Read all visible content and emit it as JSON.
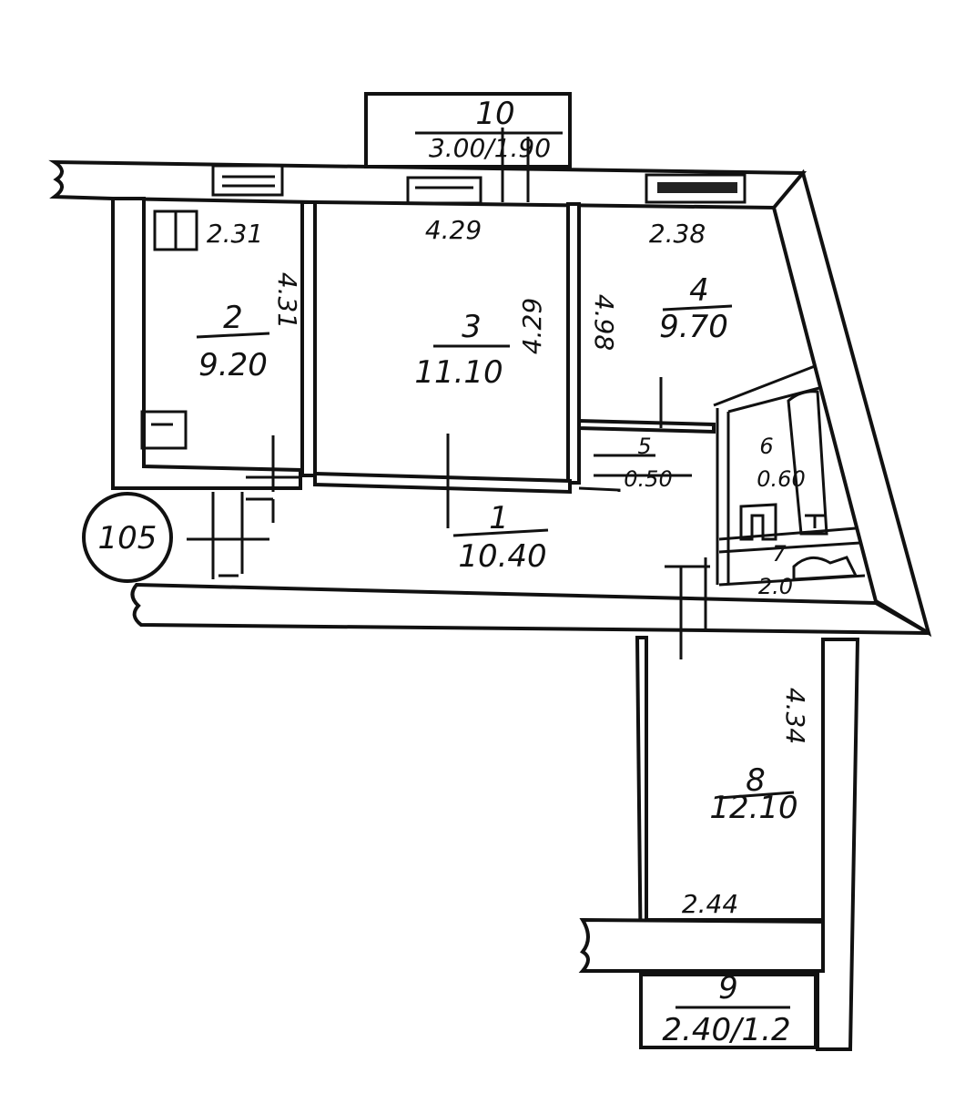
{
  "apartment": {
    "number": "105"
  },
  "rooms": [
    {
      "id": "1",
      "area": "10.40"
    },
    {
      "id": "2",
      "area": "9.20"
    },
    {
      "id": "3",
      "area": "11.10"
    },
    {
      "id": "4",
      "area": "9.70"
    },
    {
      "id": "5",
      "area": "0.50"
    },
    {
      "id": "6",
      "area": "0.60"
    },
    {
      "id": "7",
      "area": "2.0"
    },
    {
      "id": "8",
      "area": "12.10"
    },
    {
      "id": "9",
      "area": "2.40/1.2"
    },
    {
      "id": "10",
      "area": "3.00/1.90"
    }
  ],
  "dimensions": {
    "room2_width": "2.31",
    "room2_depth": "4.31",
    "room3_width": "4.29",
    "room3_depth": "4.29",
    "room4_width": "2.38",
    "room4_depth": "4.98",
    "room8_depth": "4.34",
    "room8_width": "2.44"
  }
}
